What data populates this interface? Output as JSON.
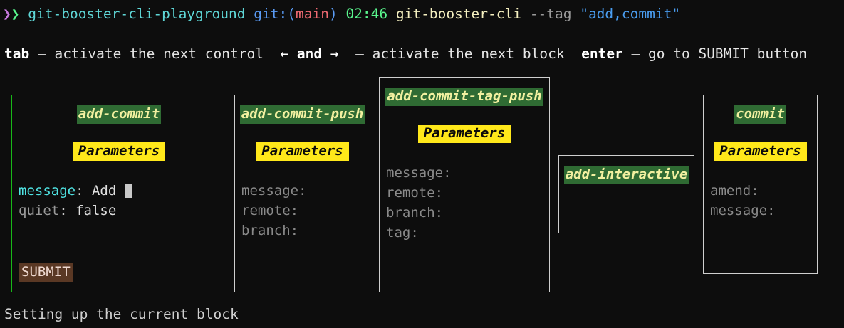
{
  "terminal": {
    "background": "#0d0d0d",
    "prompt": {
      "chevron_1": "❯",
      "chevron_2": "❯",
      "repo": "git-booster-cli-playground",
      "git_keyword": "git:",
      "paren_open": "(",
      "branch": "main",
      "paren_close": ")",
      "time": "02:46",
      "command": "git-booster-cli",
      "flag": "--tag",
      "argument": "\"add,commit\""
    },
    "hint": {
      "key_tab": "tab",
      "tab_text": " – activate the next control  ",
      "key_arrows": "← and →",
      "arrows_text": "  – activate the next block  ",
      "key_enter": "enter",
      "enter_text": " – go to SUBMIT button"
    },
    "status": "Setting up the current block"
  },
  "colors": {
    "active_border": "#18b818",
    "inactive_border": "#cfcfcf",
    "title_bg": "#2f6b33",
    "title_fg": "#f2f0a0",
    "params_bg": "#ffe81a",
    "params_fg": "#0b0b0b",
    "submit_bg": "#5a3824",
    "submit_fg": "#efd9d0",
    "active_param": "#4fe3e3",
    "inactive_param": "#8a8a8a"
  },
  "blocks": [
    {
      "id": "add-commit",
      "title": "add-commit",
      "active": true,
      "params_label": "Parameters",
      "has_params": true,
      "params": [
        {
          "name": "message",
          "value": "Add ",
          "state": "active",
          "cursor": true
        },
        {
          "name": "quiet",
          "value": "false",
          "state": "set",
          "cursor": false
        }
      ],
      "submit_label": "SUBMIT",
      "has_submit": true
    },
    {
      "id": "add-commit-push",
      "title": "add-commit-push",
      "active": false,
      "params_label": "Parameters",
      "has_params": true,
      "params": [
        {
          "name": "message",
          "value": "",
          "state": "empty",
          "cursor": false
        },
        {
          "name": "remote",
          "value": "",
          "state": "empty",
          "cursor": false
        },
        {
          "name": "branch",
          "value": "",
          "state": "empty",
          "cursor": false
        }
      ],
      "submit_label": "",
      "has_submit": false
    },
    {
      "id": "add-commit-tag-push",
      "title": "add-commit-tag-push",
      "active": false,
      "params_label": "Parameters",
      "has_params": true,
      "params": [
        {
          "name": "message",
          "value": "",
          "state": "empty",
          "cursor": false
        },
        {
          "name": "remote",
          "value": "",
          "state": "empty",
          "cursor": false
        },
        {
          "name": "branch",
          "value": "",
          "state": "empty",
          "cursor": false
        },
        {
          "name": "tag",
          "value": "",
          "state": "empty",
          "cursor": false
        }
      ],
      "submit_label": "",
      "has_submit": false
    },
    {
      "id": "add-interactive",
      "title": "add-interactive",
      "active": false,
      "params_label": "",
      "has_params": false,
      "params": [],
      "submit_label": "",
      "has_submit": false
    },
    {
      "id": "commit",
      "title": "commit",
      "active": false,
      "params_label": "Parameters",
      "has_params": true,
      "params": [
        {
          "name": "amend",
          "value": "",
          "state": "empty",
          "cursor": false
        },
        {
          "name": "message",
          "value": "",
          "state": "empty",
          "cursor": false
        }
      ],
      "submit_label": "",
      "has_submit": false
    }
  ]
}
